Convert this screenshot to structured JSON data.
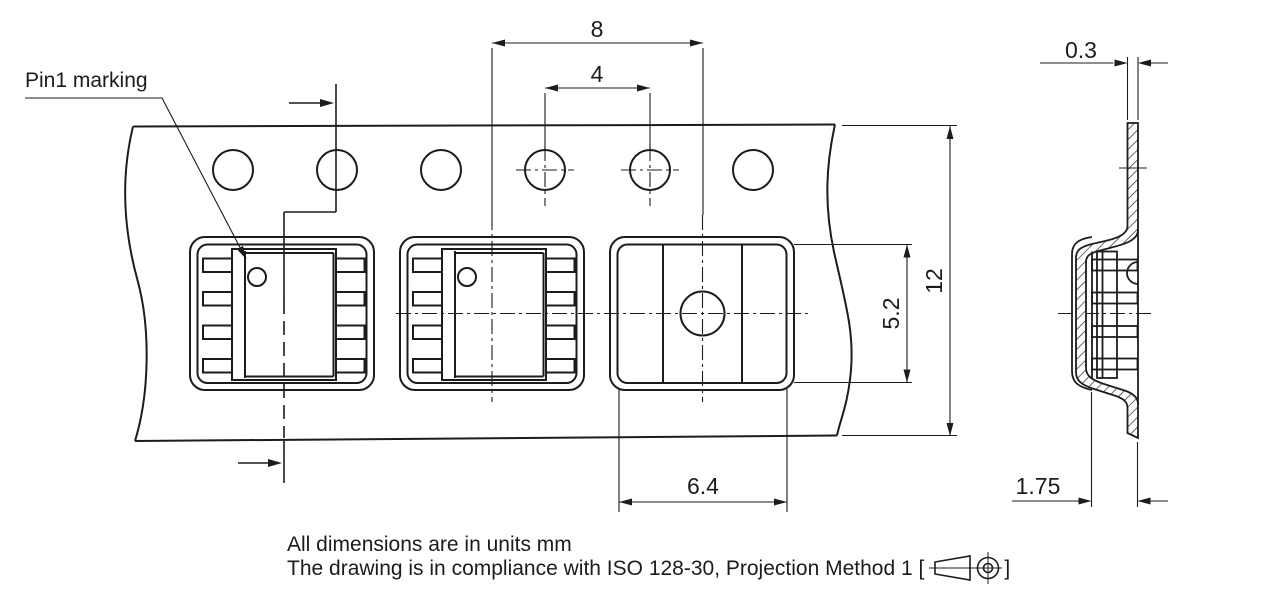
{
  "drawing": {
    "labels": {
      "pin1_marking": "Pin1 marking"
    },
    "dimensions": {
      "pocket_pitch": "8",
      "sprocket_hole_pitch": "4",
      "tape_width": "12",
      "pocket_inner_length": "5.2",
      "pocket_inner_width": "6.4",
      "tape_thickness": "0.3",
      "pocket_depth": "1.75"
    },
    "notes": {
      "units_note": "All dimensions are in units mm",
      "compliance_note_prefix": "The drawing is in compliance with ISO 128-30, Projection Method 1 [",
      "compliance_note_suffix": "]"
    },
    "line_color": "#1c1c1c",
    "background": "#ffffff"
  }
}
